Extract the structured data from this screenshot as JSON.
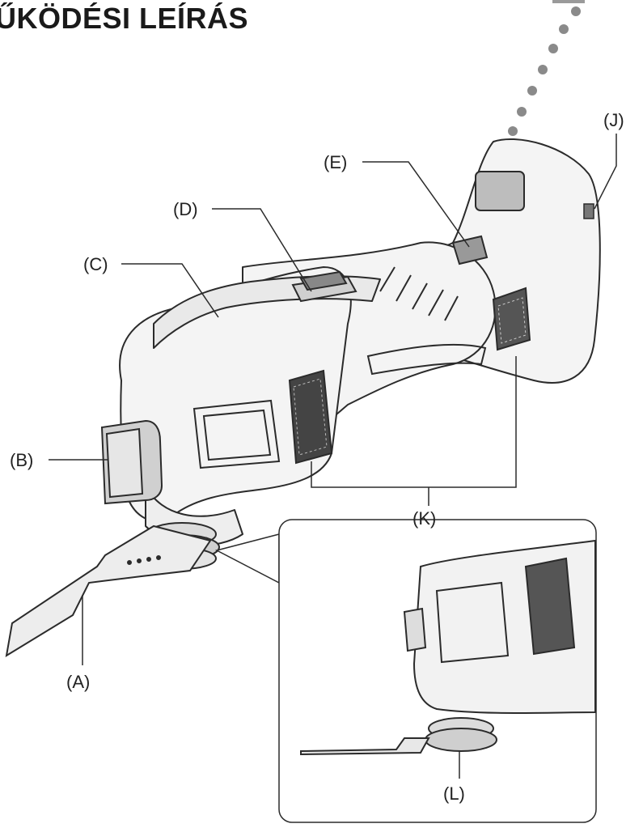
{
  "title": "ŰKÖDÉSI LEÍRÁS",
  "labels": {
    "A": "(A)",
    "B": "(B)",
    "C": "(C)",
    "D": "(D)",
    "E": "(E)",
    "J": "(J)",
    "K": "(K)",
    "L": "(L)"
  }
}
